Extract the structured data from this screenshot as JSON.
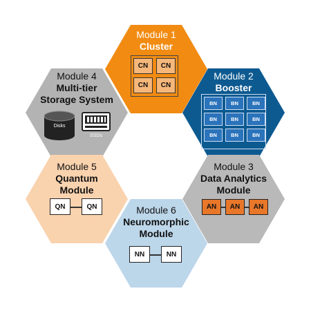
{
  "modules": {
    "cluster": {
      "module": "Module 1",
      "name": "Cluster",
      "node": "CN",
      "color": "#f18b12"
    },
    "booster": {
      "module": "Module 2",
      "name": "Booster",
      "node": "BN",
      "color": "#0d5a91"
    },
    "analytics": {
      "module": "Module 3",
      "name_line1": "Data Analytics",
      "name_line2": "Module",
      "node": "AN",
      "color": "#b9b9b9"
    },
    "storage": {
      "module": "Module 4",
      "name_line1": "Multi-tier",
      "name_line2": "Storage System",
      "disks_label": "Disks",
      "ssds_label": "SSDs",
      "color": "#b3b3b3"
    },
    "quantum": {
      "module": "Module 5",
      "name_line1": "Quantum",
      "name_line2": "Module",
      "node": "QN",
      "color": "#f9d2ae"
    },
    "neuromorphic": {
      "module": "Module 6",
      "name_line1": "Neuromorphic",
      "name_line2": "Module",
      "node": "NN",
      "color": "#bcd6ea"
    }
  }
}
